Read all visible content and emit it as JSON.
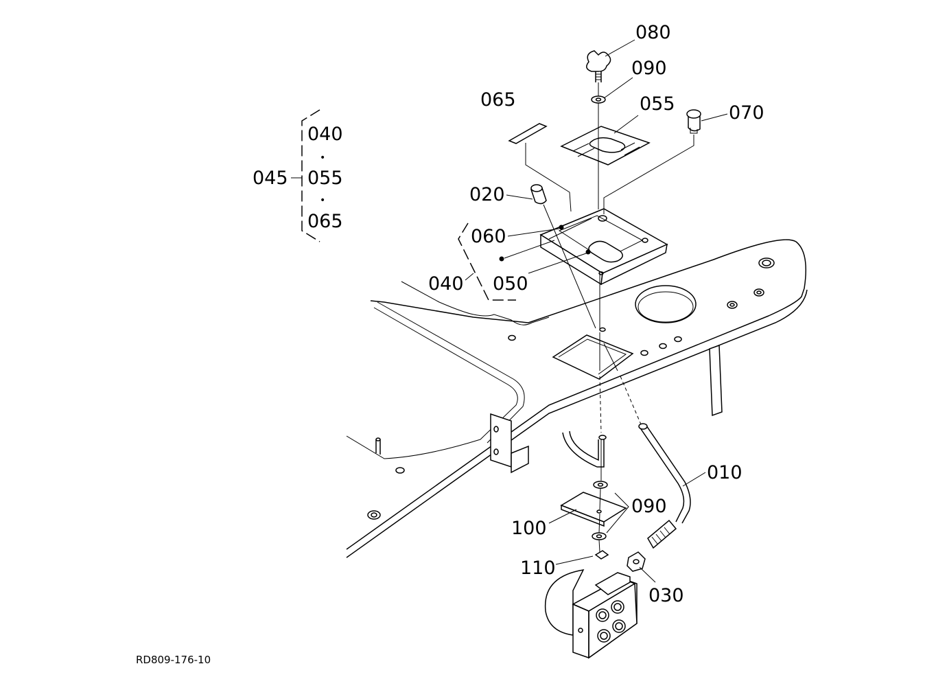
{
  "diagram": {
    "type": "exploded-parts-diagram",
    "drawing_code": "RD809-176-10",
    "callouts": [
      {
        "id": "c080",
        "label": "080"
      },
      {
        "id": "c090a",
        "label": "090"
      },
      {
        "id": "c065",
        "label": "065"
      },
      {
        "id": "c055",
        "label": "055"
      },
      {
        "id": "c070",
        "label": "070"
      },
      {
        "id": "c020",
        "label": "020"
      },
      {
        "id": "c060",
        "label": "060"
      },
      {
        "id": "c040",
        "label": "040"
      },
      {
        "id": "c050",
        "label": "050"
      },
      {
        "id": "c010",
        "label": "010"
      },
      {
        "id": "c090b",
        "label": "090"
      },
      {
        "id": "c100",
        "label": "100"
      },
      {
        "id": "c110",
        "label": "110"
      },
      {
        "id": "c030",
        "label": "030"
      }
    ],
    "kit_group": {
      "label": "045",
      "members": [
        "040",
        "055",
        "065"
      ],
      "separator": "•"
    }
  }
}
